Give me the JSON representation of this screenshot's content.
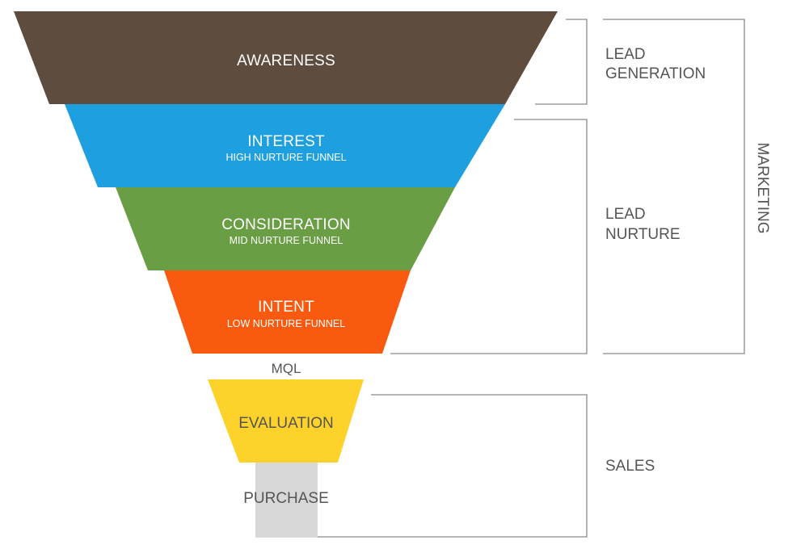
{
  "funnel": {
    "stages": [
      {
        "title": "AWARENESS",
        "subtitle": "",
        "color": "#5e4c3e"
      },
      {
        "title": "INTEREST",
        "subtitle": "HIGH NURTURE FUNNEL",
        "color": "#1d9fe0"
      },
      {
        "title": "CONSIDERATION",
        "subtitle": "MID NURTURE FUNNEL",
        "color": "#6a9e45"
      },
      {
        "title": "INTENT",
        "subtitle": "LOW NURTURE FUNNEL",
        "color": "#fa5a0f"
      }
    ],
    "mql_label": "MQL",
    "evaluation": {
      "title": "EVALUATION",
      "color": "#fdd22b"
    },
    "purchase": {
      "title": "PURCHASE",
      "color": "#d8d8d8"
    }
  },
  "groups": {
    "lead_generation": {
      "line1": "LEAD",
      "line2": "GENERATION"
    },
    "lead_nurture": {
      "line1": "LEAD",
      "line2": "NURTURE"
    },
    "sales": {
      "label": "SALES"
    },
    "marketing": {
      "label": "MARKETING"
    }
  },
  "colors": {
    "bracket": "#8a8a8a",
    "label_gray": "#555555"
  }
}
